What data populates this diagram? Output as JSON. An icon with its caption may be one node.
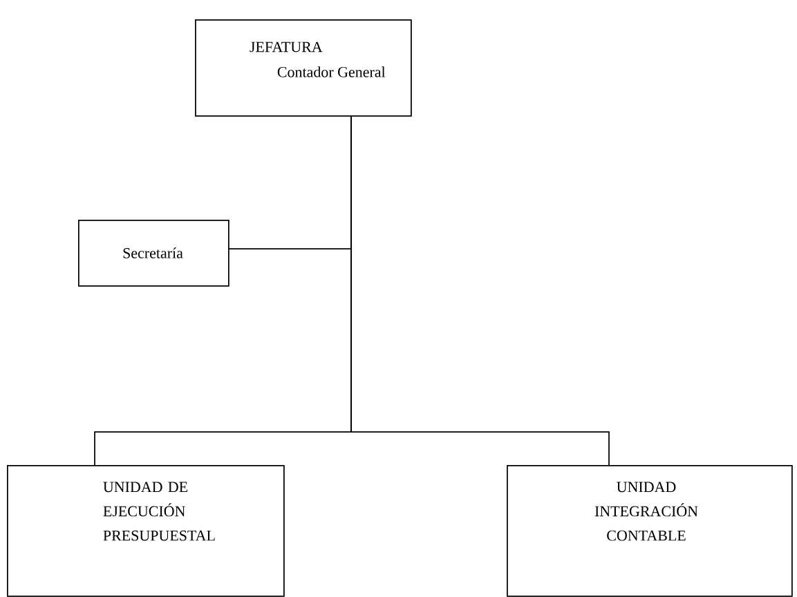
{
  "diagram": {
    "nodes": [
      {
        "text": [
          "JEFATURA",
          "Contador General"
        ]
      },
      {
        "text": [
          "Secretaría"
        ]
      },
      {
        "text": [
          "UNIDAD DE EJECUCIÓN PRESUPUESTAL"
        ]
      },
      {
        "text": [
          "UNIDAD INTEGRACIÓN CONTABLE"
        ]
      }
    ],
    "edges": [
      {
        "from": 0,
        "to": 1,
        "arrow": "none"
      },
      {
        "from": 0,
        "to": 2,
        "arrow": "none"
      },
      {
        "from": 0,
        "to": 3,
        "arrow": "none"
      }
    ]
  }
}
